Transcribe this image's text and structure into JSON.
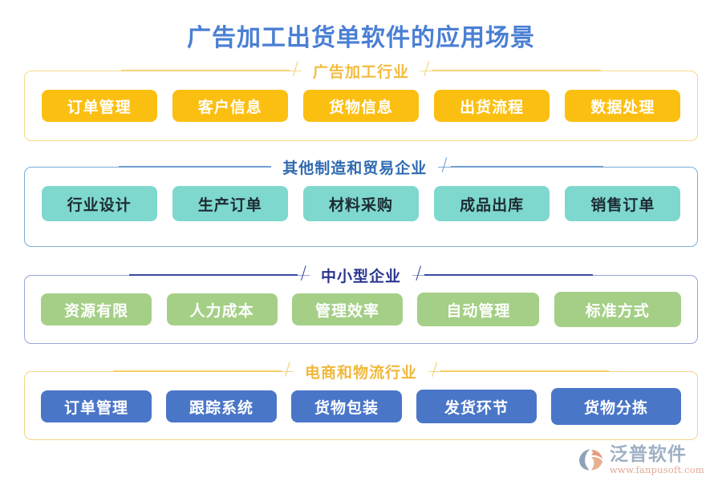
{
  "page": {
    "title": "广告加工出货单软件的应用场景",
    "background_color": "#ffffff",
    "title_color": "#4a7fd4"
  },
  "sections": [
    {
      "header": "广告加工行业",
      "header_color": "#f3bb3e",
      "border_color": "#f5d98a",
      "pill_color": "#fbbf12",
      "pill_text_color": "#ffffff",
      "items": [
        {
          "label": "订单管理"
        },
        {
          "label": "客户信息"
        },
        {
          "label": "货物信息"
        },
        {
          "label": "出货流程"
        },
        {
          "label": "数据处理"
        }
      ]
    },
    {
      "header": "其他制造和贸易企业",
      "header_color": "#2f6ab0",
      "border_color": "#7badd6",
      "pill_color": "#7fd8ce",
      "pill_text_color": "#1d2b33",
      "items": [
        {
          "label": "行业设计"
        },
        {
          "label": "生产订单"
        },
        {
          "label": "材料采购"
        },
        {
          "label": "成品出库"
        },
        {
          "label": "销售订单"
        }
      ]
    },
    {
      "header": "中小型企业",
      "header_color": "#2a3590",
      "border_color": "#9aa3d4",
      "pill_color": "#a5cf87",
      "pill_text_color": "#ffffff",
      "items": [
        {
          "label": "资源有限"
        },
        {
          "label": "人力成本"
        },
        {
          "label": "管理效率"
        },
        {
          "label": "自动管理"
        },
        {
          "label": "标准方式"
        }
      ]
    },
    {
      "header": "电商和物流行业",
      "header_color": "#f0b93a",
      "border_color": "#f3d58a",
      "pill_color": "#4a76c8",
      "pill_text_color": "#ffffff",
      "items": [
        {
          "label": "订单管理"
        },
        {
          "label": "跟踪系统"
        },
        {
          "label": "货物包装"
        },
        {
          "label": "发货环节"
        },
        {
          "label": "货物分拣"
        }
      ]
    }
  ],
  "logo": {
    "icon": "fanpu-swirl-logo-icon",
    "name": "泛普软件",
    "url": "www.fanpusoft.com",
    "name_color": "#9fb0c4",
    "url_color": "#e3a793"
  }
}
